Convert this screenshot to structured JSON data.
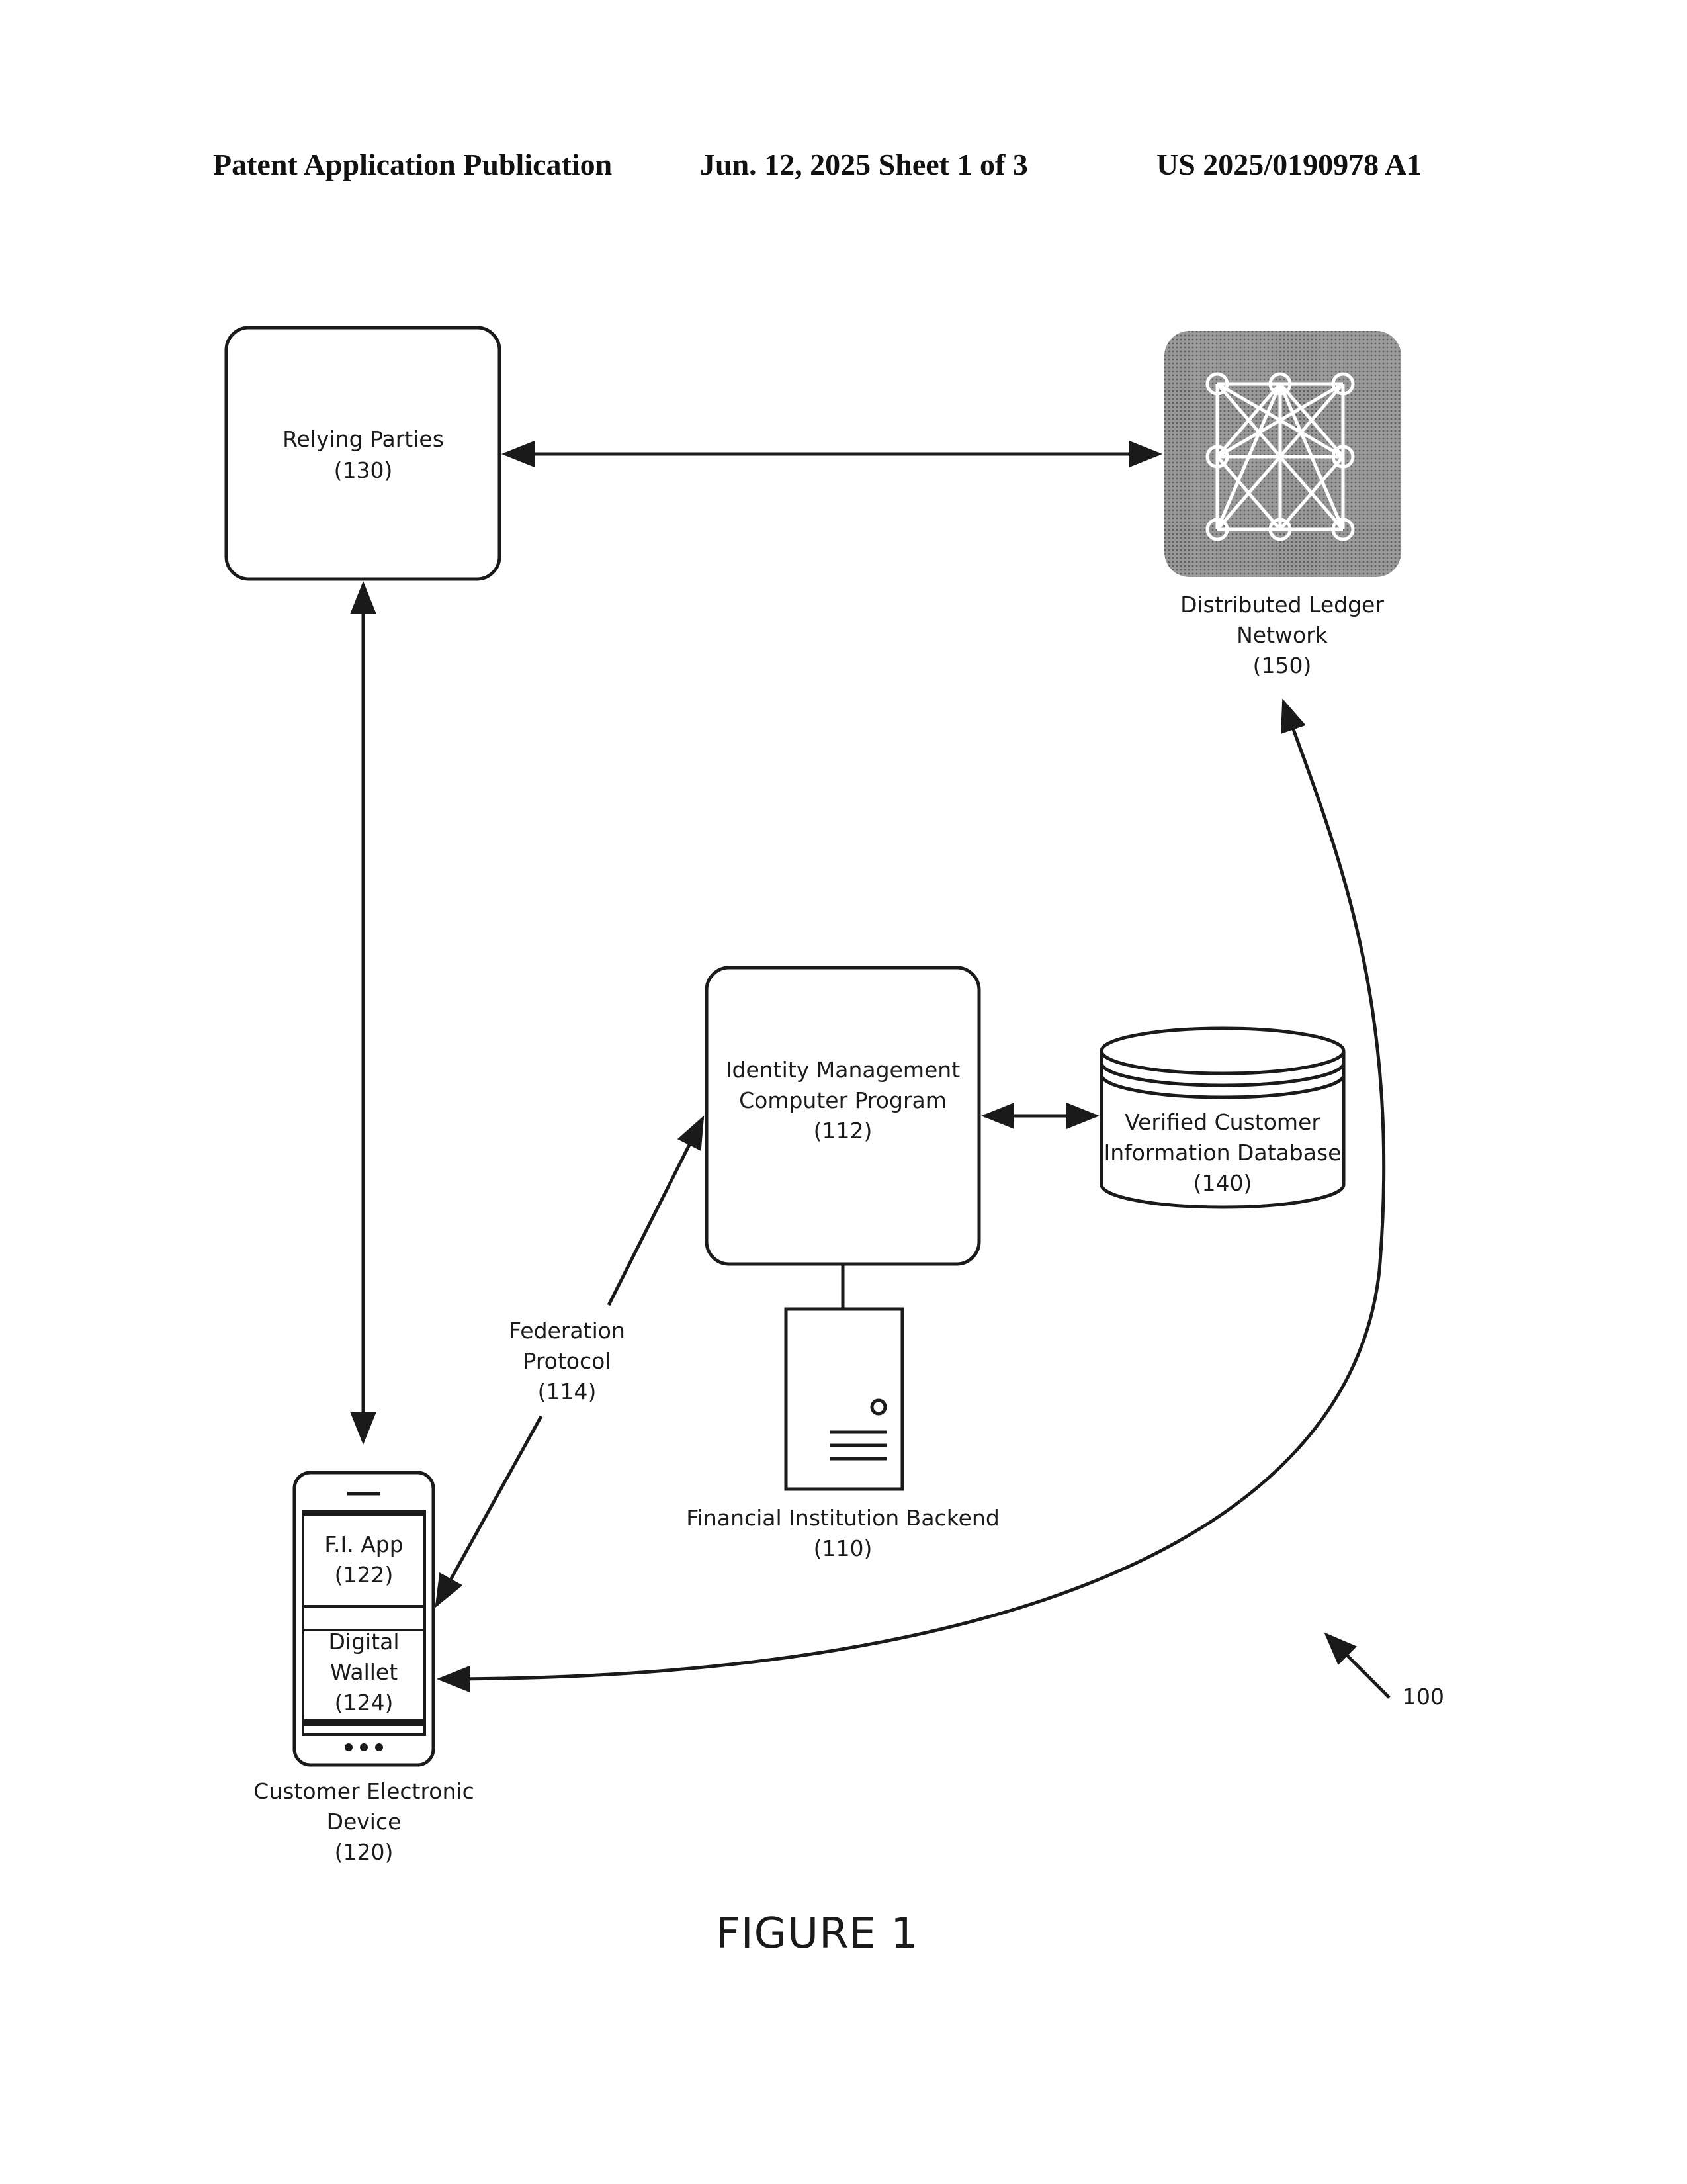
{
  "header": {
    "left": "Patent Application Publication",
    "center": "Jun. 12, 2025  Sheet 1 of 3",
    "right": "US 2025/0190978 A1"
  },
  "nodes": {
    "relying_parties": {
      "name": "Relying Parties",
      "ref": "(130)"
    },
    "ledger": {
      "line1": "Distributed Ledger",
      "line2": "Network",
      "ref": "(150)"
    },
    "idm": {
      "line1": "Identity Management",
      "line2": "Computer Program",
      "ref": "(112)"
    },
    "database": {
      "line1": "Verified Customer",
      "line2": "Information Database",
      "ref": "(140)"
    },
    "backend": {
      "name": "Financial Institution Backend",
      "ref": "(110)"
    },
    "app": {
      "name": "F.I. App",
      "ref": "(122)"
    },
    "wallet": {
      "line1": "Digital",
      "line2": "Wallet",
      "ref": "(124)"
    },
    "device": {
      "line1": "Customer Electronic",
      "line2": "Device",
      "ref": "(120)"
    }
  },
  "edge_labels": {
    "federation": {
      "line1": "Federation",
      "line2": "Protocol",
      "ref": "(114)"
    }
  },
  "system_ref": "100",
  "figure_label": "FIGURE 1"
}
